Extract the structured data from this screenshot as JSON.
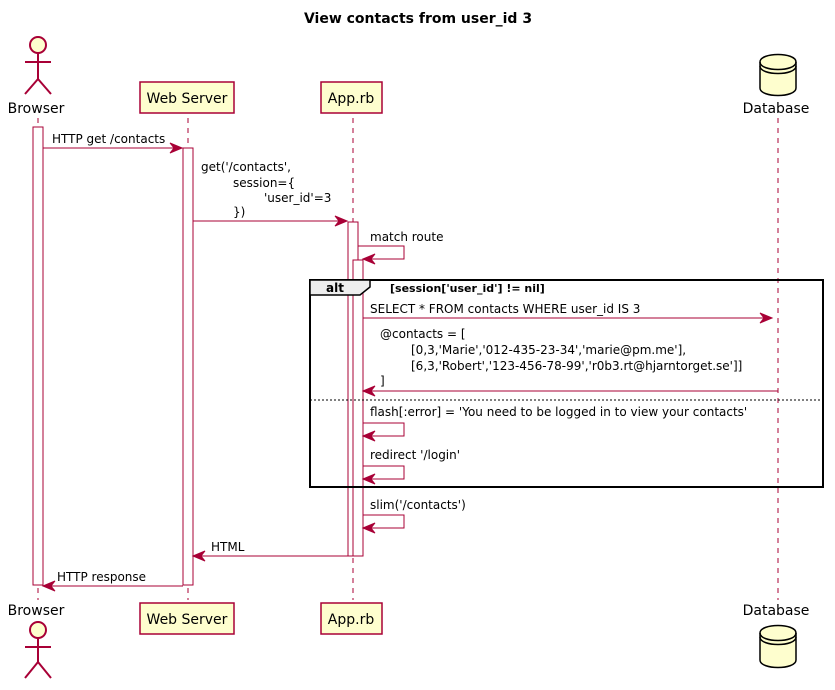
{
  "title": "View contacts from user_id 3",
  "participants": {
    "browser": "Browser",
    "web_server": "Web Server",
    "app": "App.rb",
    "database": "Database"
  },
  "messages": {
    "http_get": "HTTP get /contacts",
    "get_call": [
      "get('/contacts',",
      "session={",
      "'user_id'=3",
      "})"
    ],
    "match_route": "match route",
    "select_query": "SELECT * FROM contacts WHERE user_id IS 3",
    "contacts_result": [
      "@contacts = [",
      "[0,3,'Marie','012-435-23-34','marie@pm.me'],",
      "[6,3,'Robert','123-456-78-99','r0b3.rt@hjarntorget.se']]",
      "]"
    ],
    "flash_error": "flash[:error] = 'You need to be logged in to view your contacts'",
    "redirect": "redirect '/login'",
    "slim": "slim('/contacts')",
    "html": "HTML",
    "http_response": "HTTP response"
  },
  "alt": {
    "keyword": "alt",
    "condition": "[session['user_id'] != nil]"
  },
  "colors": {
    "line": "#a80036",
    "participant_fill": "#fefece"
  }
}
